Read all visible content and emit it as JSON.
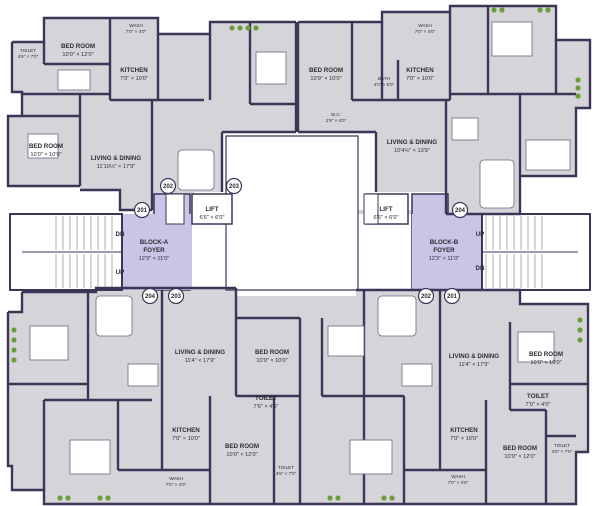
{
  "rooms_top_left": {
    "toilet_a": {
      "name": "TOILET",
      "dim": "4'6\" × 7'0\""
    },
    "bedroom_a": {
      "name": "BED ROOM",
      "dim": "10'0\" × 12'0\""
    },
    "wash_a": {
      "name": "WASH",
      "dim": "7'0\" × 4'0\""
    },
    "kitchen_a": {
      "name": "KITCHEN",
      "dim": "7'0\" × 10'0\""
    },
    "bedroom_b": {
      "name": "BED ROOM",
      "dim": "10'0\" × 10'0\""
    },
    "living_a": {
      "name": "LIVING & DINING",
      "dim": "11'10½\" × 17'9\""
    },
    "bedroom_c": {
      "name": "BED ROOM",
      "dim": "10'9\" × 10'0\""
    },
    "wc": {
      "name": "W.C.",
      "dim": "2'9\" × 4'0\""
    },
    "bath": {
      "name": "BATH",
      "dim": "4'0\" × 6'0\""
    }
  },
  "rooms_top_right": {
    "wash_b": {
      "name": "WASH",
      "dim": "7'0\" × 4'0\""
    },
    "kitchen_b": {
      "name": "KITCHEN",
      "dim": "7'0\" × 10'0\""
    },
    "living_b": {
      "name": "LIVING & DINING",
      "dim": "10'4½\" × 13'9\""
    }
  },
  "core": {
    "lift_a": {
      "name": "LIFT",
      "dim": "6'6\" × 6'0\""
    },
    "lift_b": {
      "name": "LIFT",
      "dim": "6'6\" × 6'0\""
    },
    "foyer_a": {
      "name": "BLOCK-A",
      "name2": "FOYER",
      "dim": "12'3\" × 11'0\""
    },
    "foyer_b": {
      "name": "BLOCK-B",
      "name2": "FOYER",
      "dim": "12'3\" × 11'0\""
    },
    "stairs": {
      "dn": "DN",
      "up": "UP"
    }
  },
  "rooms_bottom_left": {
    "living_c": {
      "name": "LIVING & DINING",
      "dim": "11'4\" × 17'9\""
    },
    "bedroom_d": {
      "name": "BED ROOM",
      "dim": "10'0\" × 10'0\""
    },
    "toilet_b": {
      "name": "TOILET",
      "dim": "7'6\" × 4'6\""
    },
    "kitchen_c": {
      "name": "KITCHEN",
      "dim": "7'0\" × 10'0\""
    },
    "bedroom_e": {
      "name": "BED ROOM",
      "dim": "10'0\" × 12'0\""
    },
    "wash_c": {
      "name": "WASH",
      "dim": "7'0\" × 4'0\""
    },
    "toilet_c": {
      "name": "TOILET",
      "dim": "4'6\" × 7'0\""
    }
  },
  "rooms_bottom_right": {
    "living_d": {
      "name": "LIVING & DINING",
      "dim": "11'4\" × 17'9\""
    },
    "bedroom_f": {
      "name": "BED ROOM",
      "dim": "10'0\" × 10'0\""
    },
    "toilet_d": {
      "name": "TOILET",
      "dim": "7'0\" × 4'0\""
    },
    "kitchen_d": {
      "name": "KITCHEN",
      "dim": "7'0\" × 10'0\""
    },
    "bedroom_g": {
      "name": "BED ROOM",
      "dim": "10'0\" × 12'0\""
    },
    "toilet_e": {
      "name": "TOILET",
      "dim": "4'6\" × 7'0\""
    },
    "wash_d": {
      "name": "WASH",
      "dim": "7'0\" × 4'0\""
    }
  },
  "flat_numbers": [
    "201",
    "202",
    "203",
    "204",
    "204",
    "203",
    "202",
    "201"
  ],
  "colors": {
    "floor": "#d5d5d9",
    "wall": "#3d3558",
    "foyer": "#c9c5e6",
    "stairs": "#ffffff",
    "plant": "#6e9c3c"
  }
}
